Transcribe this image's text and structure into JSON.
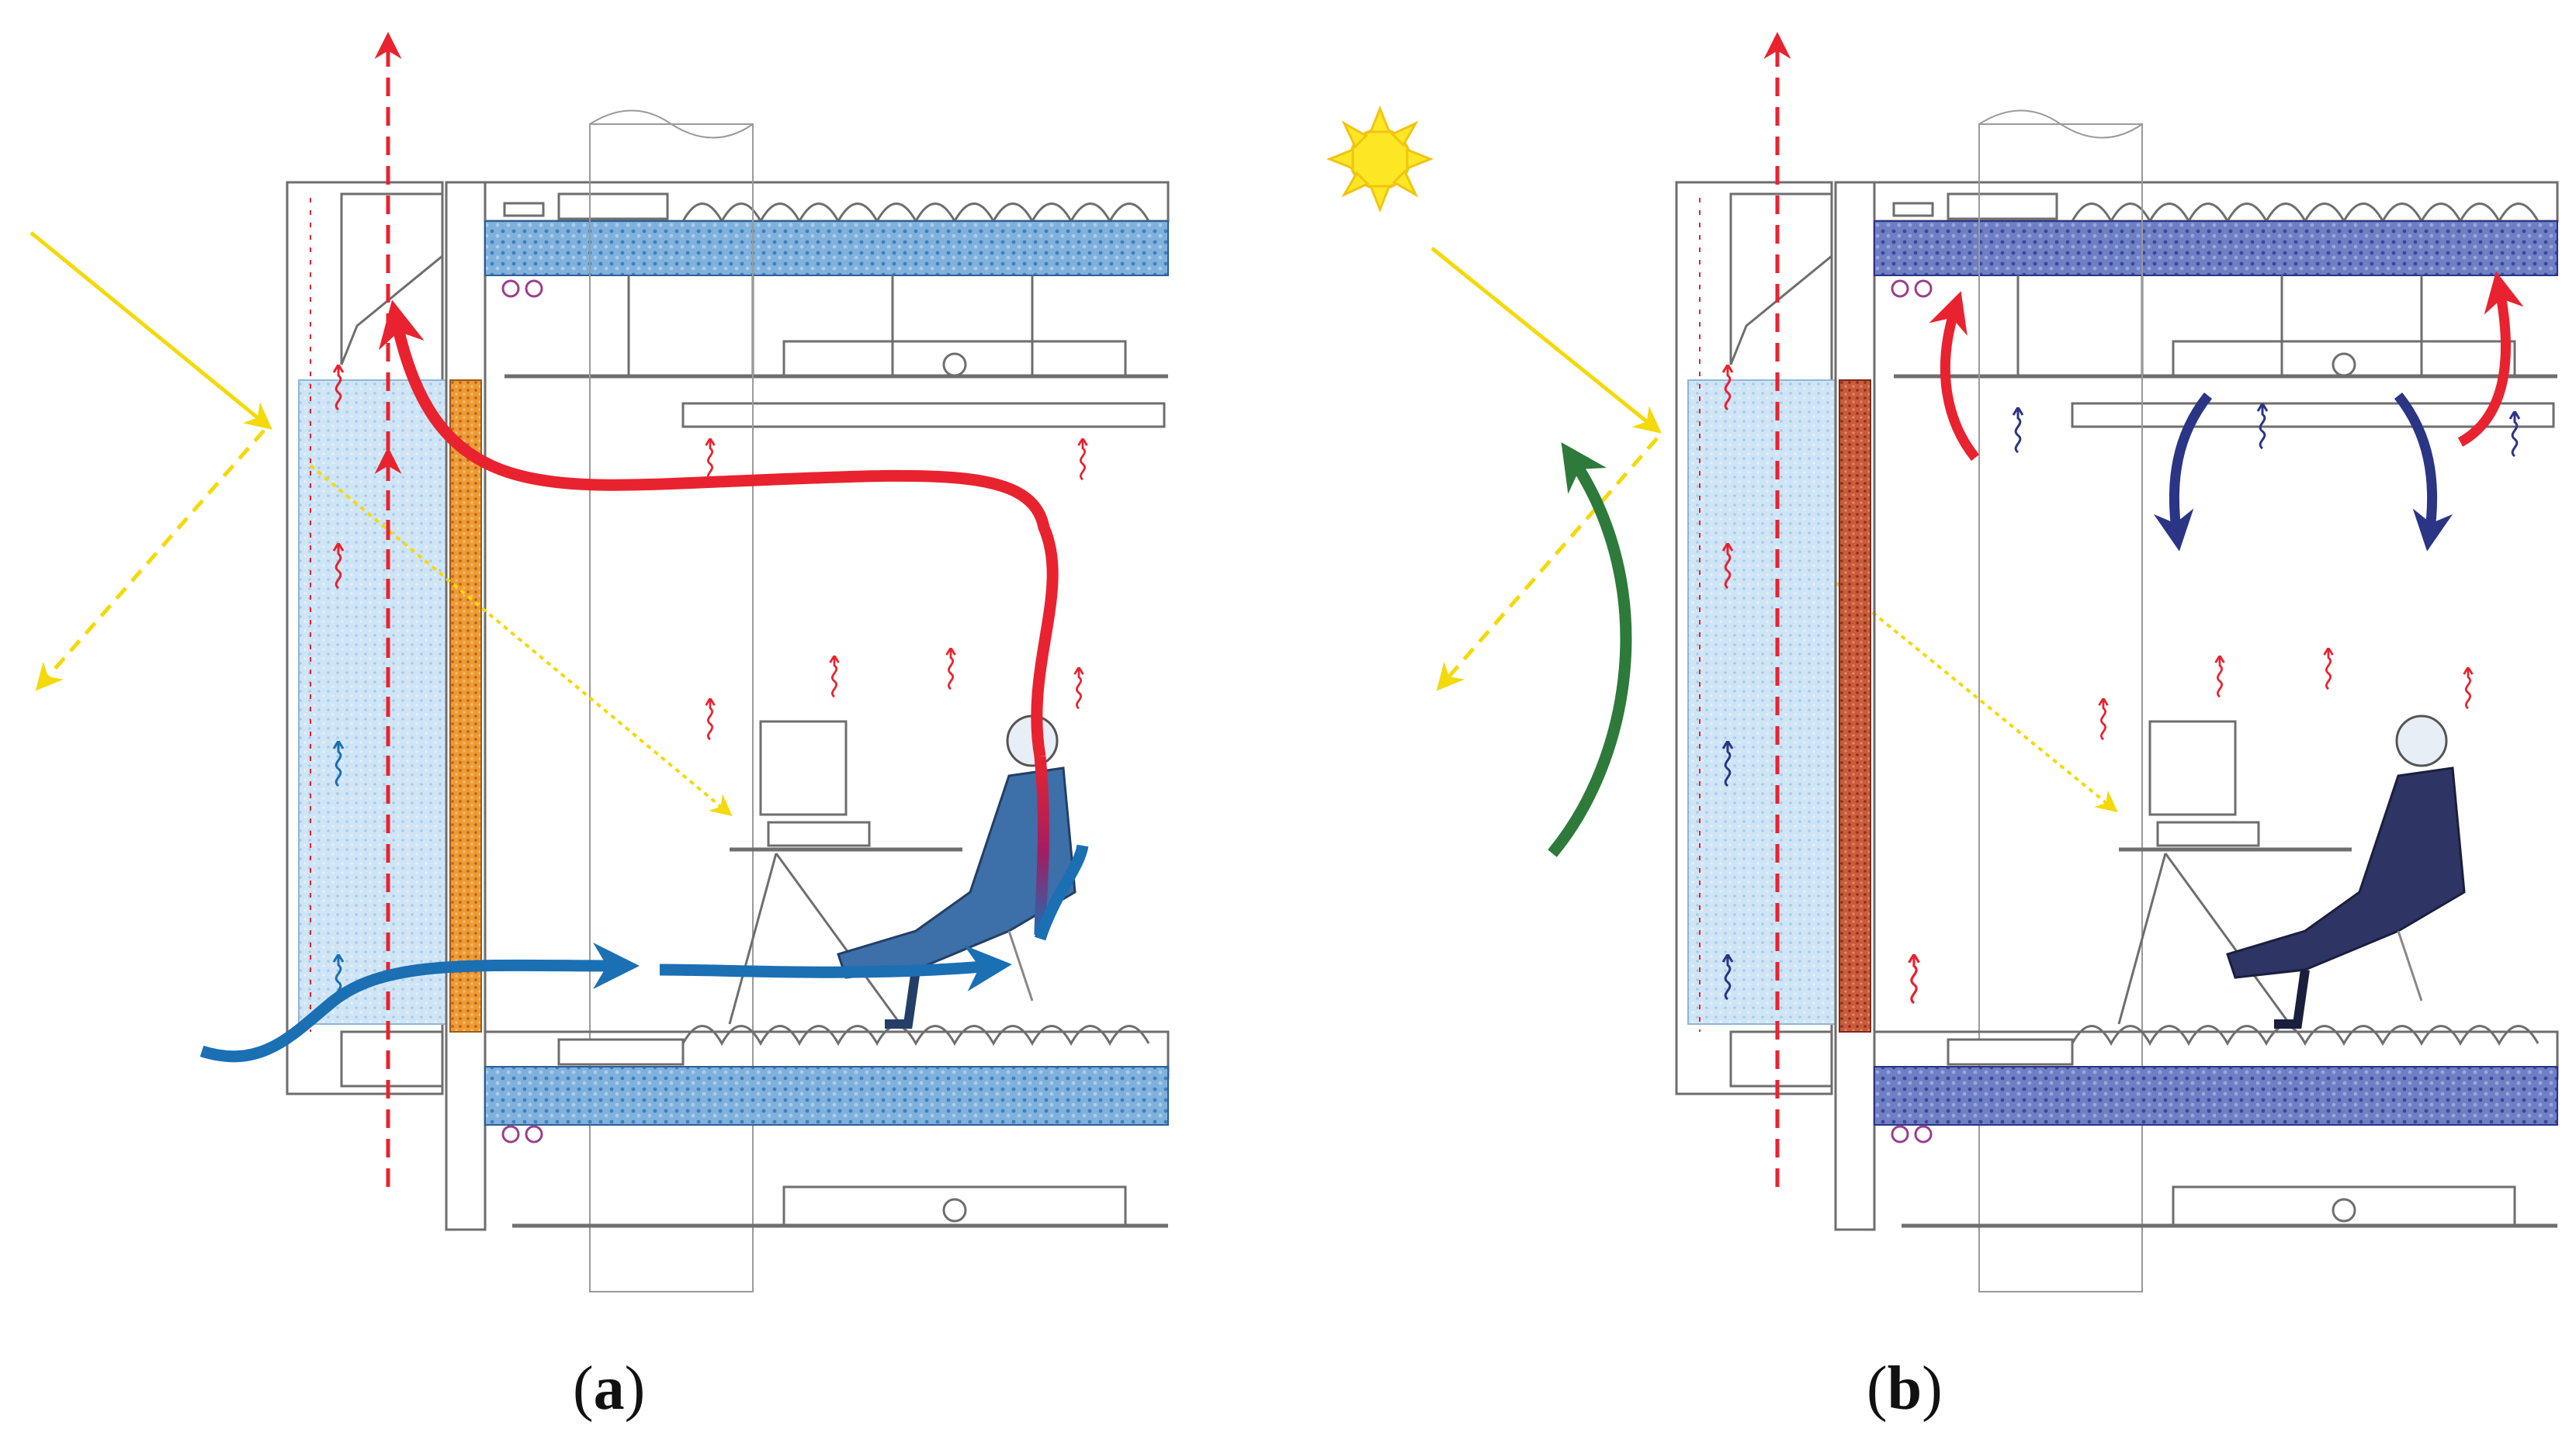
{
  "panels": [
    {
      "id": "a",
      "label_open": "(",
      "label_letter": "a",
      "label_close": ")"
    },
    {
      "id": "b",
      "label_open": "(",
      "label_letter": "b",
      "label_close": ")"
    }
  ],
  "colors": {
    "warm_air": "#e8232f",
    "cool_air": "#1b6fb3",
    "cool_air_dark": "#2b3585",
    "outside_air": "#2d7a3a",
    "sun": "#fde725",
    "sun_ray": "#f4d90b",
    "cavity": "#bcdcf3",
    "slab_a": "#6da4d4",
    "slab_b": "#5a6db5",
    "wall": "#e9962e",
    "line": "#6e6e6e"
  },
  "icons": [
    "sun-icon",
    "heat-wave-icon",
    "person-at-desk-icon",
    "computer-monitor-icon"
  ]
}
